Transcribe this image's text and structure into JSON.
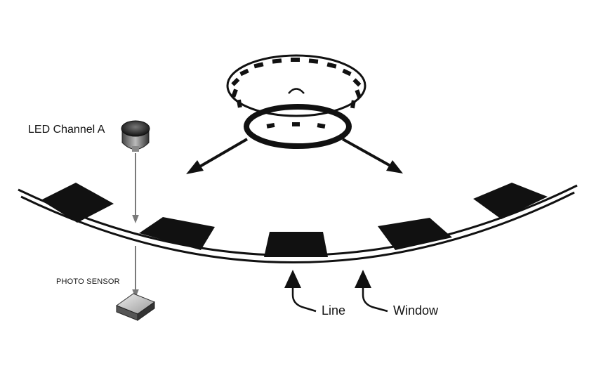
{
  "labels": {
    "led_channel": "LED Channel A",
    "photo_sensor": "PHOTO SENSOR",
    "line": "Line",
    "window": "Window"
  },
  "colors": {
    "ink": "#111111",
    "arrow_gray": "#7a7a7a",
    "background": "#ffffff"
  },
  "icons": [
    "led-emitter-icon",
    "photo-sensor-icon",
    "encoder-disc-icon"
  ]
}
